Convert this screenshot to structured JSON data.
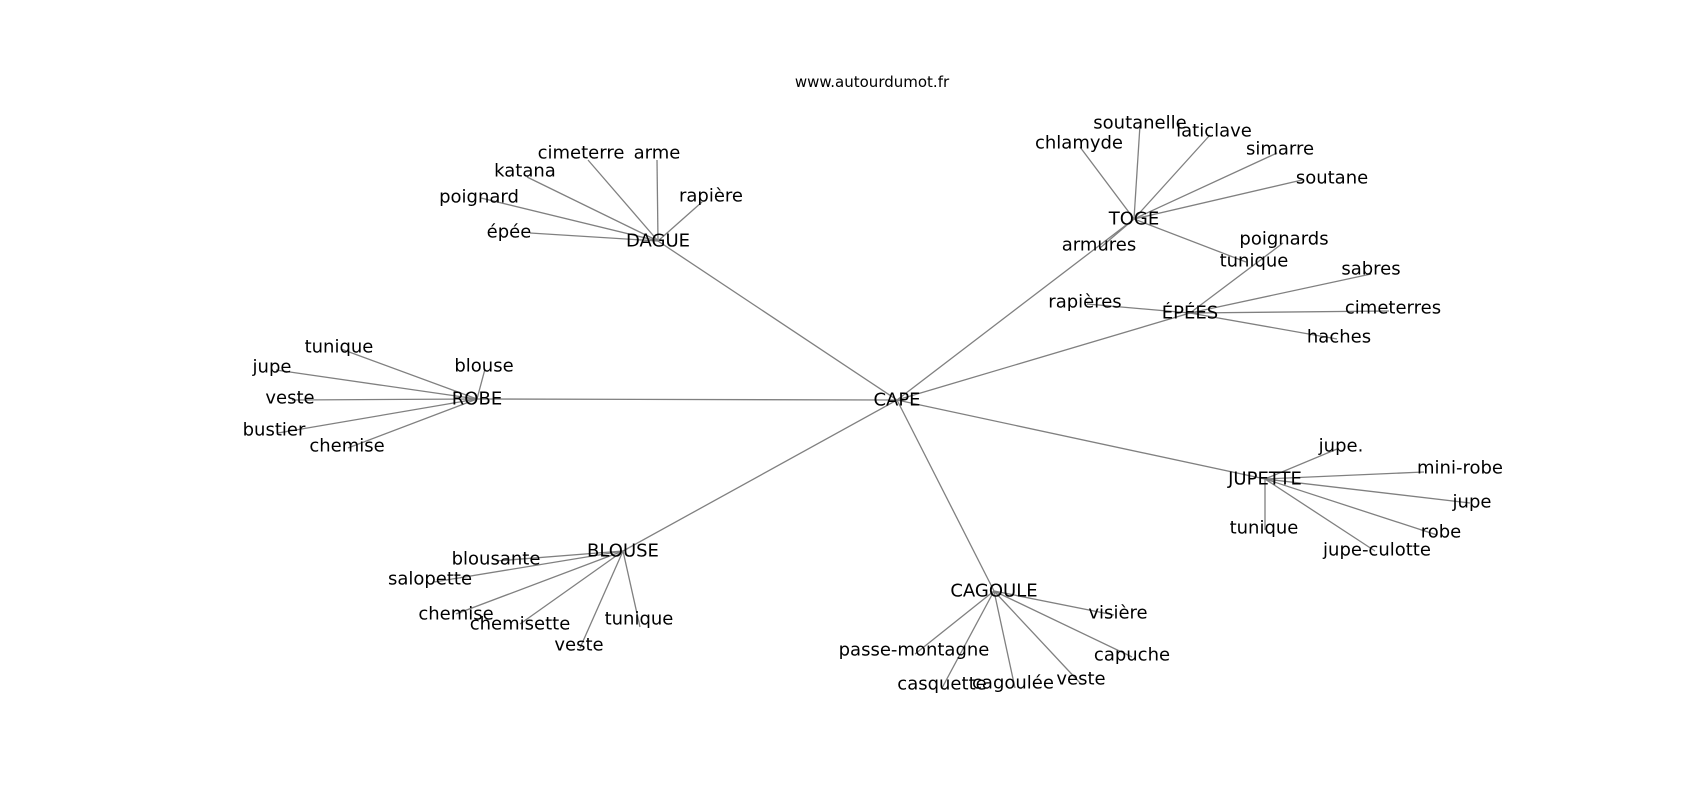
{
  "site": "www.autourdumot.fr",
  "root": "CAPE",
  "clusters": [
    {
      "id": "dague",
      "label": "DAGUE",
      "leaves": [
        {
          "id": "cimeterre",
          "label": "cimeterre"
        },
        {
          "id": "arme",
          "label": "arme"
        },
        {
          "id": "katana",
          "label": "katana"
        },
        {
          "id": "rapiere",
          "label": "rapière"
        },
        {
          "id": "poignard",
          "label": "poignard"
        },
        {
          "id": "epee",
          "label": "épée"
        }
      ]
    },
    {
      "id": "toge",
      "label": "TOGE",
      "leaves": [
        {
          "id": "soutanelle",
          "label": "soutanelle"
        },
        {
          "id": "laticlave",
          "label": "laticlave"
        },
        {
          "id": "chlamyde",
          "label": "chlamyde"
        },
        {
          "id": "simarre",
          "label": "simarre"
        },
        {
          "id": "soutane",
          "label": "soutane"
        },
        {
          "id": "toge-tunique",
          "label": "tunique"
        },
        {
          "id": "armures",
          "label": "armures"
        }
      ]
    },
    {
      "id": "epees",
      "label": "ÉPÉES",
      "leaves": [
        {
          "id": "poignards",
          "label": "poignards"
        },
        {
          "id": "sabres",
          "label": "sabres"
        },
        {
          "id": "rapieres",
          "label": "rapières"
        },
        {
          "id": "cimeterres",
          "label": "cimeterres"
        },
        {
          "id": "haches",
          "label": "haches"
        }
      ]
    },
    {
      "id": "robe",
      "label": "ROBE",
      "leaves": [
        {
          "id": "robe-tunique",
          "label": "tunique"
        },
        {
          "id": "robe-jupe",
          "label": "jupe"
        },
        {
          "id": "robe-blouse",
          "label": "blouse"
        },
        {
          "id": "robe-veste",
          "label": "veste"
        },
        {
          "id": "bustier",
          "label": "bustier"
        },
        {
          "id": "robe-chemise",
          "label": "chemise"
        }
      ]
    },
    {
      "id": "jupette",
      "label": "JUPETTE",
      "leaves": [
        {
          "id": "jupe-dot",
          "label": "jupe."
        },
        {
          "id": "mini-robe",
          "label": "mini-robe"
        },
        {
          "id": "jupette-jupe",
          "label": "jupe"
        },
        {
          "id": "jupette-robe",
          "label": "robe"
        },
        {
          "id": "jupette-tunique",
          "label": "tunique"
        },
        {
          "id": "jupe-culotte",
          "label": "jupe-culotte"
        }
      ]
    },
    {
      "id": "blouse",
      "label": "BLOUSE",
      "leaves": [
        {
          "id": "blousante",
          "label": "blousante"
        },
        {
          "id": "salopette",
          "label": "salopette"
        },
        {
          "id": "blouse-chemise",
          "label": "chemise"
        },
        {
          "id": "chemisette",
          "label": "chemisette"
        },
        {
          "id": "blouse-tunique",
          "label": "tunique"
        },
        {
          "id": "blouse-veste",
          "label": "veste"
        }
      ]
    },
    {
      "id": "cagoule",
      "label": "CAGOULE",
      "leaves": [
        {
          "id": "visiere",
          "label": "visière"
        },
        {
          "id": "passe-montagne",
          "label": "passe-montagne"
        },
        {
          "id": "capuche",
          "label": "capuche"
        },
        {
          "id": "casquette",
          "label": "casquette"
        },
        {
          "id": "cagoulee",
          "label": "cagoulée"
        },
        {
          "id": "cagoule-veste",
          "label": "veste"
        }
      ]
    }
  ]
}
